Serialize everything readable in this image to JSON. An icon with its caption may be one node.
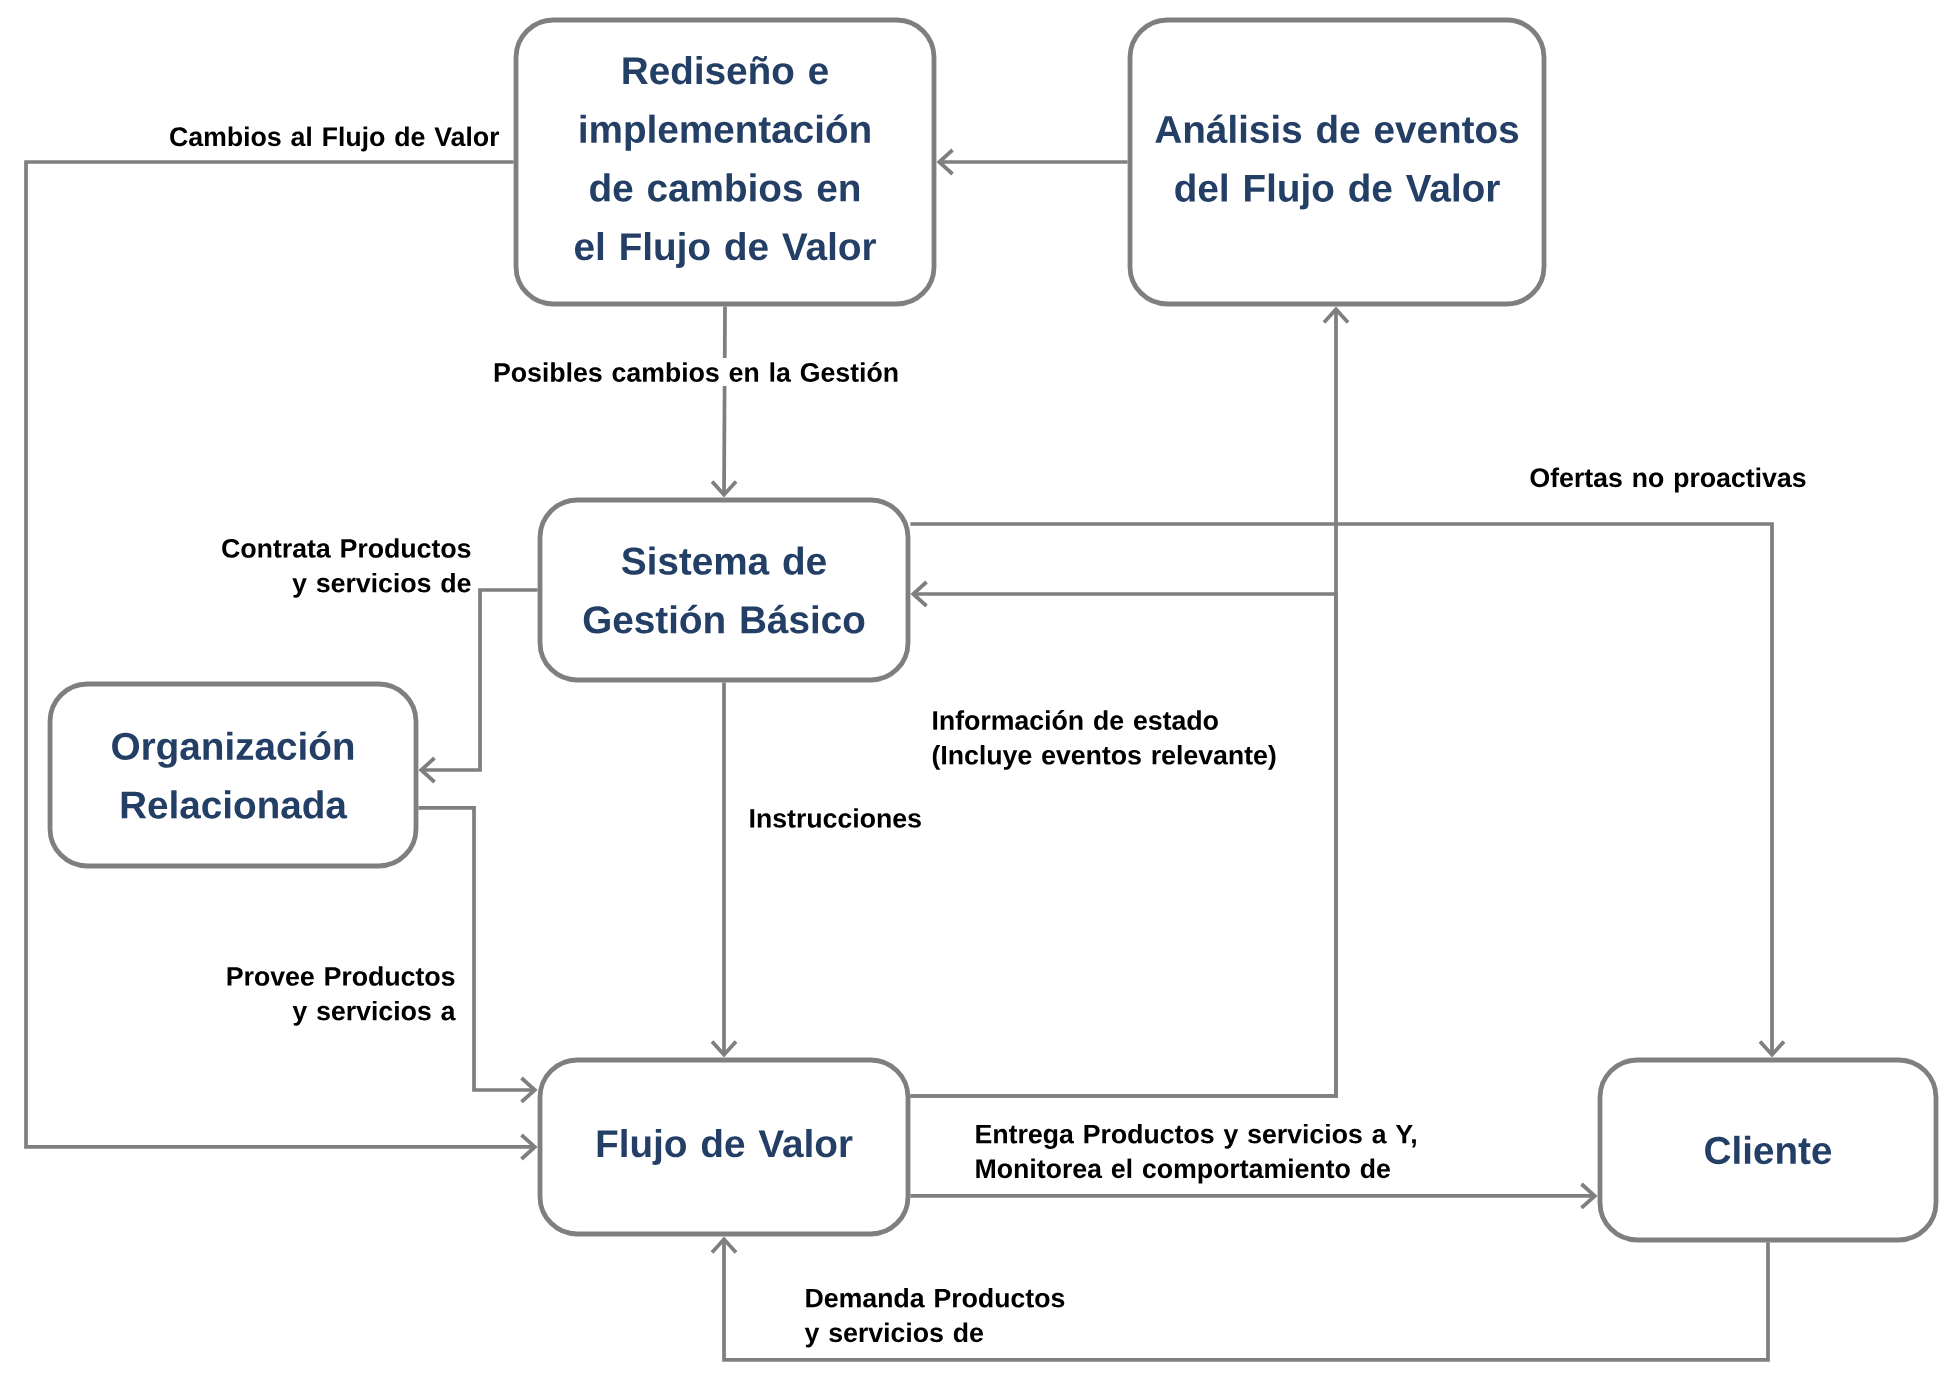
{
  "diagram": {
    "nodes": [
      {
        "text": [
          "Rediseño e implementación de cambios en el Flujo de Valor"
        ]
      },
      {
        "text": [
          "Análisis de eventos del Flujo de Valor"
        ]
      },
      {
        "text": [
          "Sistema de Gestión Básico"
        ]
      },
      {
        "text": [
          "Organización Relacionada"
        ]
      },
      {
        "text": [
          "Flujo de Valor"
        ]
      },
      {
        "text": [
          "Cliente"
        ]
      }
    ],
    "edges": [
      {
        "from": 1,
        "to": 0,
        "arrow": "to"
      },
      {
        "from": 0,
        "to": 4,
        "arrow": "to",
        "label": "Cambios al Flujo de Valor"
      },
      {
        "from": 0,
        "to": 2,
        "arrow": "to",
        "label": "Posibles cambios en la Gestión"
      },
      {
        "from": 2,
        "to": 3,
        "arrow": "to",
        "label": "Contrata Productos y servicios de"
      },
      {
        "from": 3,
        "to": 4,
        "arrow": "to",
        "label": "Provee Productos y servicios a"
      },
      {
        "from": 2,
        "to": 4,
        "arrow": "to",
        "label": "Instrucciones"
      },
      {
        "from": 2,
        "to": 5,
        "arrow": "to",
        "label": "Ofertas no proactivas"
      },
      {
        "from": 4,
        "to": 1,
        "arrow": "to",
        "label": "Información de estado (Incluye eventos relevante)"
      },
      {
        "from": 4,
        "to": 2,
        "arrow": "to"
      },
      {
        "from": 4,
        "to": 5,
        "arrow": "to",
        "label": "Entrega Productos y servicios a Y, Monitorea el comportamiento de"
      },
      {
        "from": 5,
        "to": 4,
        "arrow": "to",
        "label": "Demanda Productos y servicios de"
      }
    ]
  }
}
